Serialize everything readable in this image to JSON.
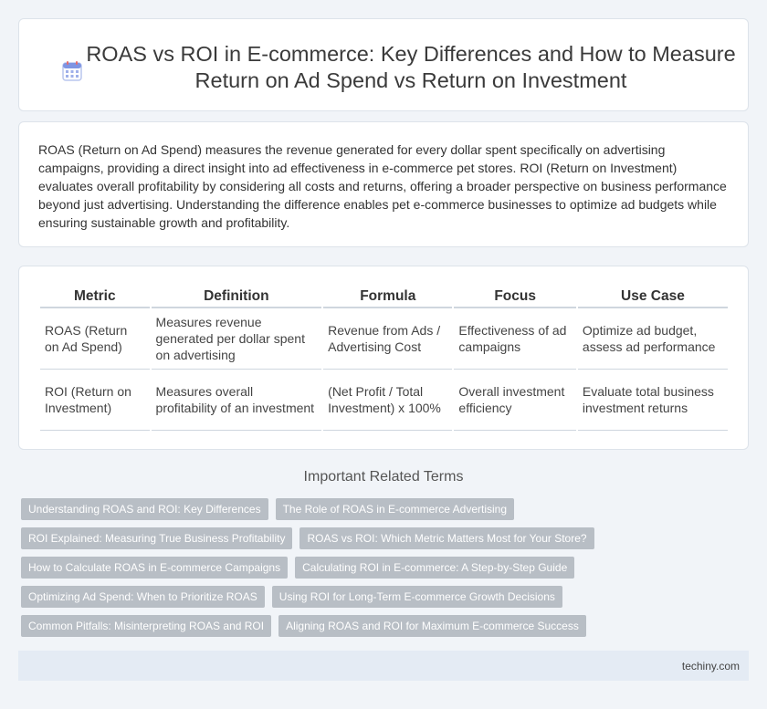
{
  "header": {
    "title": "ROAS vs ROI in E-commerce: Key Differences and How to Measure Return on Ad Spend vs Return on Investment",
    "icon": "calendar-icon"
  },
  "summary": {
    "text": "ROAS (Return on Ad Spend) measures the revenue generated for every dollar spent specifically on advertising campaigns, providing a direct insight into ad effectiveness in e-commerce pet stores. ROI (Return on Investment) evaluates overall profitability by considering all costs and returns, offering a broader perspective on business performance beyond just advertising. Understanding the difference enables pet e-commerce businesses to optimize ad budgets while ensuring sustainable growth and profitability."
  },
  "table": {
    "headers": [
      "Metric",
      "Definition",
      "Formula",
      "Focus",
      "Use Case"
    ],
    "rows": [
      [
        "ROAS (Return on Ad Spend)",
        "Measures revenue generated per dollar spent on advertising",
        "Revenue from Ads / Advertising Cost",
        "Effectiveness of ad campaigns",
        "Optimize ad budget, assess ad performance"
      ],
      [
        "ROI (Return on Investment)",
        "Measures overall profitability of an investment",
        "(Net Profit / Total Investment) x 100%",
        "Overall investment efficiency",
        "Evaluate total business investment returns"
      ]
    ]
  },
  "related": {
    "title": "Important Related Terms",
    "rows": [
      [
        "Understanding ROAS and ROI: Key Differences",
        "The Role of ROAS in E-commerce Advertising"
      ],
      [
        "ROI Explained: Measuring True Business Profitability",
        "ROAS vs ROI: Which Metric Matters Most for Your Store?"
      ],
      [
        "How to Calculate ROAS in E-commerce Campaigns",
        "Calculating ROI in E-commerce: A Step-by-Step Guide"
      ],
      [
        "Optimizing Ad Spend: When to Prioritize ROAS",
        "Using ROI for Long-Term E-commerce Growth Decisions"
      ],
      [
        "Common Pitfalls: Misinterpreting ROAS and ROI",
        "Aligning ROAS and ROI for Maximum E-commerce Success"
      ]
    ]
  },
  "footer": {
    "site": "techiny.com"
  },
  "colors": {
    "tag_bg": "#b8bec5",
    "footer_bg": "#e4ebf4",
    "page_bg": "#f1f4f8"
  }
}
